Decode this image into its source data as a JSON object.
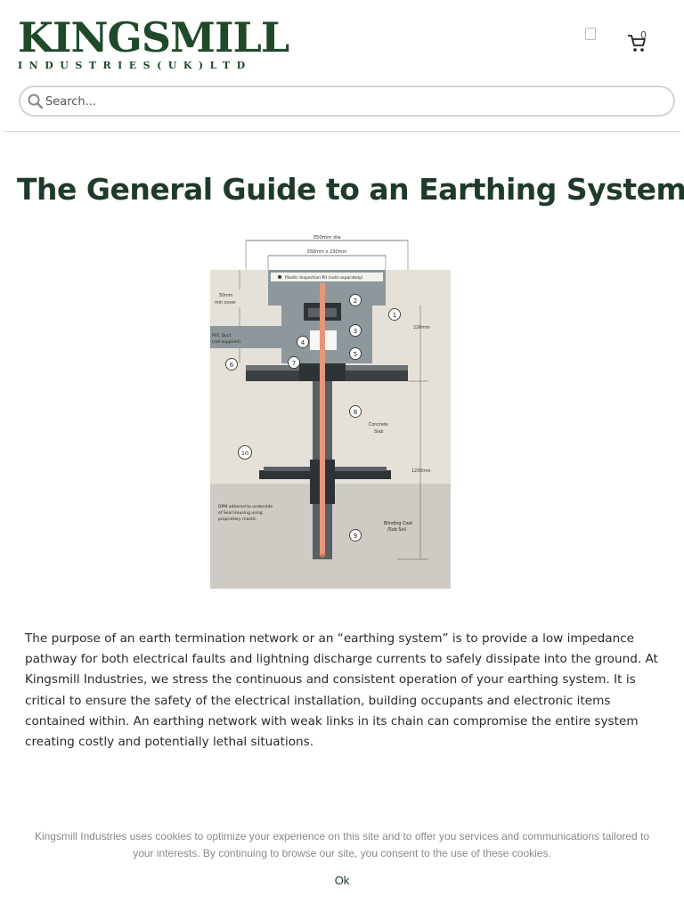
{
  "header": {
    "logo": {
      "wordmark": "KINGSMILL",
      "subtitle": "INDUSTRIES(UK)LTD"
    },
    "cart": {
      "count": "0"
    },
    "icons": [
      "user-icon",
      "cart-icon",
      "search-icon"
    ]
  },
  "search": {
    "placeholder": "Search..."
  },
  "article": {
    "title": "The General Guide to an Earthing System",
    "body": "The purpose of an earth termination network or an “earthing system” is to provide a low impedance pathway for both electrical faults and lightning discharge currents to safely dissipate into the ground. At Kingsmill Industries, we stress the continuous and consistent operation of your earthing system. It is critical to ensure the safety of the electrical installation, building occupants and electronic items contained within. An earthing network with weak links in its chain can compromise the entire system creating costly and potentially lethal situations."
  },
  "diagram": {
    "dim_top": "350mm dia",
    "dim_inner": "350mm x 230mm",
    "pit_label": "Plastic Inspection Pit (sold separately)",
    "min_cover": [
      "50mm",
      "min cover"
    ],
    "pvc_duct": [
      "PVC Duct",
      "(not supplied)"
    ],
    "dim_226": "226mm",
    "dim_1200": "1200mm",
    "concrete": [
      "Concrete",
      "Slab"
    ],
    "dpm": [
      "DPM adhered to underside",
      "of Seal Housing using",
      "proprietary mastic"
    ],
    "blinding": [
      "Blinding Coat",
      "/Sub Soil"
    ],
    "callouts": [
      "1",
      "2",
      "3",
      "4",
      "5",
      "6",
      "7",
      "8",
      "9",
      "10"
    ]
  },
  "cookie": {
    "text": "Kingsmill Industries uses cookies to optimize your experience on this site and to offer you services and communications tailored to your interests. By continuing to browse our site, you consent to the use of these cookies.",
    "ok_label": "Ok"
  },
  "colors": {
    "brand_green": "#1f4a2a",
    "rod_copper": "#e8957a",
    "slab_grey": "#e6e1d8",
    "soil_grey": "#cfcac3"
  }
}
